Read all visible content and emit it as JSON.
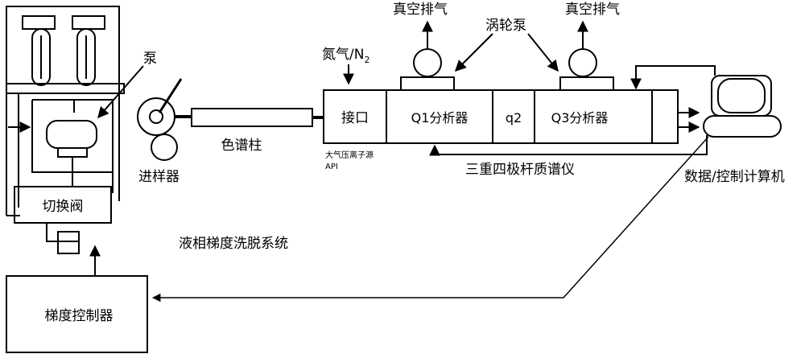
{
  "labels": {
    "pump": "泵",
    "injector": "进样器",
    "column": "色谱柱",
    "switch_valve": "切换阀",
    "lc_system": "液相梯度洗脱系统",
    "gradient_controller": "梯度控制器",
    "nitrogen_prefix": "氮气/N",
    "nitrogen_sub": "2",
    "interface": "接口",
    "q1": "Q1分析器",
    "q2": "q2",
    "q3": "Q3分析器",
    "vacuum_left": "真空排气",
    "vacuum_right": "真空排气",
    "turbo_pump": "涡轮泵",
    "api_line1": "大气压离子源",
    "api_line2": "API",
    "triple_quad": "三重四极杆质谱仪",
    "computer": "数据/控制计算机"
  }
}
